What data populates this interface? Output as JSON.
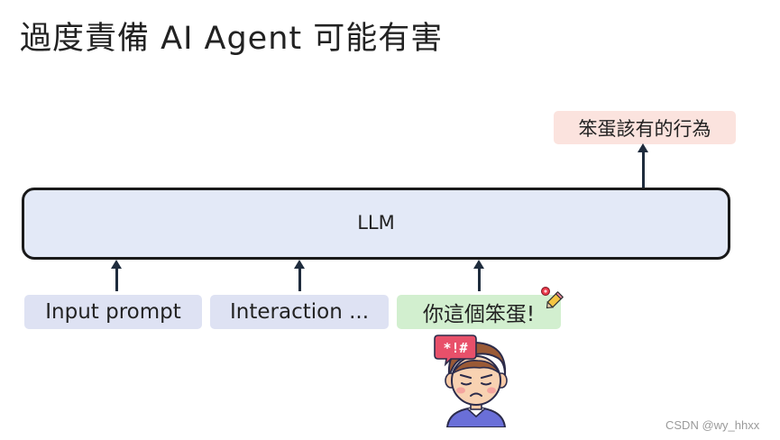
{
  "title": "過度責備 AI Agent 可能有害",
  "llm": {
    "label": "LLM"
  },
  "output": {
    "label": "笨蛋該有的行為"
  },
  "inputs": [
    {
      "label": "Input prompt"
    },
    {
      "label": "Interaction ..."
    },
    {
      "label": "你這個笨蛋!"
    }
  ],
  "icons": {
    "face": "frustrated-face-icon",
    "pencil": "pencil-cursor-icon",
    "speech_symbols": "*!#"
  },
  "watermark": "CSDN @wy_hhxx",
  "colors": {
    "llm_fill": "#e3e9f7",
    "input_fill": "#dee2f3",
    "insult_fill": "#d2efcf",
    "output_fill": "#fbe3de",
    "arrow": "#1f2c3d"
  }
}
